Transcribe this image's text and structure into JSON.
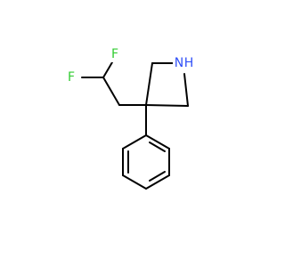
{
  "molecule": {
    "atoms": {
      "fluorine_top": {
        "symbol": "F",
        "color": "#33cc33"
      },
      "fluorine_left": {
        "symbol": "F",
        "color": "#33cc33"
      },
      "nitrogen": {
        "symbol": "N",
        "color": "#3050f8"
      },
      "nitrogen_h": {
        "symbol": "H",
        "color": "#3050f8"
      }
    },
    "bond_color": "#000000"
  }
}
